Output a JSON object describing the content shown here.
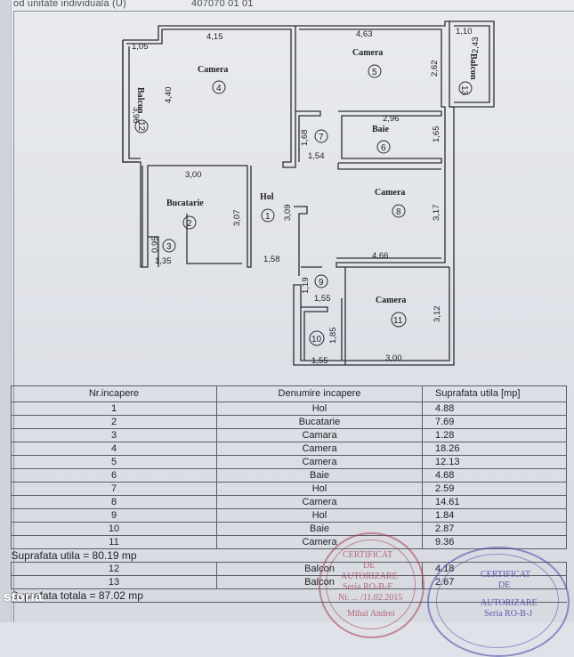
{
  "header": {
    "text_left": "od unitate individuala (U)",
    "text_right": "407070 01 01"
  },
  "plan": {
    "dimensions": {
      "d_105": "1,05",
      "d_415": "4,15",
      "d_463": "4,63",
      "d_110": "1,10",
      "d_243": "2,43",
      "d_396": "3,96",
      "d_440": "4,40",
      "d_262": "2,62",
      "d_296": "2,96",
      "d_168": "1,68",
      "d_154": "1,54",
      "d_165": "1,65",
      "d_300a": "3,00",
      "d_307": "3,07",
      "d_309": "3,09",
      "d_317": "3,17",
      "d_095": "0,95",
      "d_135": "1,35",
      "d_158": "1,58",
      "d_466": "4,66",
      "d_119": "1,19",
      "d_155a": "1,55",
      "d_312": "3,12",
      "d_185": "1,85",
      "d_155b": "1,55",
      "d_300b": "3,00"
    },
    "rooms": {
      "camera4": {
        "name": "Camera",
        "num": "4"
      },
      "camera5": {
        "name": "Camera",
        "num": "5"
      },
      "balcon13": {
        "name": "Balcon",
        "num": "13"
      },
      "balcon12": {
        "name": "Balcon",
        "num": "12"
      },
      "hol7": {
        "num": "7"
      },
      "baie6": {
        "name": "Baie",
        "num": "6"
      },
      "bucatarie2": {
        "name": "Bucatarie",
        "num": "2"
      },
      "hol1": {
        "name": "Hol",
        "num": "1"
      },
      "camara3": {
        "num": "3"
      },
      "camera8": {
        "name": "Camera",
        "num": "8"
      },
      "hol9": {
        "num": "9"
      },
      "camera11": {
        "name": "Camera",
        "num": "11"
      },
      "baie10": {
        "num": "10"
      }
    }
  },
  "table": {
    "headers": [
      "Nr.incapere",
      "Denumire incapere",
      "Suprafata utila [mp]"
    ],
    "rows": [
      {
        "nr": "1",
        "name": "Hol",
        "area": "4.88"
      },
      {
        "nr": "2",
        "name": "Bucatarie",
        "area": "7.69"
      },
      {
        "nr": "3",
        "name": "Camara",
        "area": "1.28"
      },
      {
        "nr": "4",
        "name": "Camera",
        "area": "18.26"
      },
      {
        "nr": "5",
        "name": "Camera",
        "area": "12.13"
      },
      {
        "nr": "6",
        "name": "Baie",
        "area": "4.68"
      },
      {
        "nr": "7",
        "name": "Hol",
        "area": "2.59"
      },
      {
        "nr": "8",
        "name": "Camera",
        "area": "14.61"
      },
      {
        "nr": "9",
        "name": "Hol",
        "area": "1.84"
      },
      {
        "nr": "10",
        "name": "Baie",
        "area": "2.87"
      },
      {
        "nr": "11",
        "name": "Camera",
        "area": "9.36"
      }
    ],
    "summary_utila": "Suprafata utila = 80.19 mp",
    "balcony_rows": [
      {
        "nr": "12",
        "name": "Balcon",
        "area": "4.18"
      },
      {
        "nr": "13",
        "name": "Balcon",
        "area": "2.67"
      }
    ],
    "summary_totala": "Suprafata totala = 87.02 mp"
  },
  "stamps": {
    "red_lines": [
      "CERTIFICAT",
      "DE",
      "AUTORIZARE",
      "Seria RO-B-F",
      "Nr. ... /11.02.2015",
      "Mihai Andrei"
    ],
    "blue_lines": [
      "CERTIFICAT",
      "DE",
      "AUTORIZARE",
      "Seria RO-B-J"
    ]
  },
  "watermark": "storia"
}
